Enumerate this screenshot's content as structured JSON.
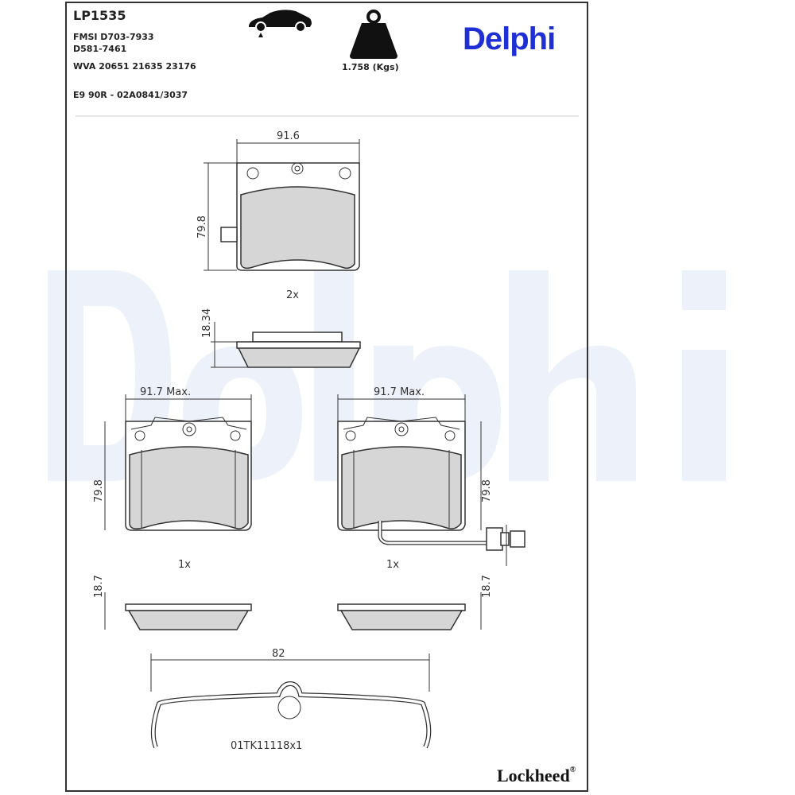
{
  "header": {
    "part_number": "LP1535",
    "fmsi": "FMSI D703-7933",
    "alt_ref": "D581-7461",
    "wva": "WVA 20651 21635 23176",
    "approval": "E9 90R - 02A0841/3037",
    "weight": "1.758 (Kgs)",
    "brand_logo": "Delphi",
    "axle_icon": "car-front-axle-icon",
    "weight_icon": "weight-icon"
  },
  "watermark": "Delphi",
  "drawing": {
    "top_pad": {
      "width": "91.6",
      "height": "79.8",
      "qty": "2x",
      "thickness": "18.34"
    },
    "left_pad": {
      "width": "91.7 Max.",
      "height": "79.8",
      "qty": "1x",
      "thickness": "18.7"
    },
    "right_pad": {
      "width": "91.7 Max.",
      "height": "79.8",
      "qty": "1x",
      "thickness": "18.7"
    },
    "spring": {
      "width": "82",
      "label": "01TK11118x1"
    }
  },
  "footer": {
    "brand": "Lockheed",
    "reg": "®"
  }
}
